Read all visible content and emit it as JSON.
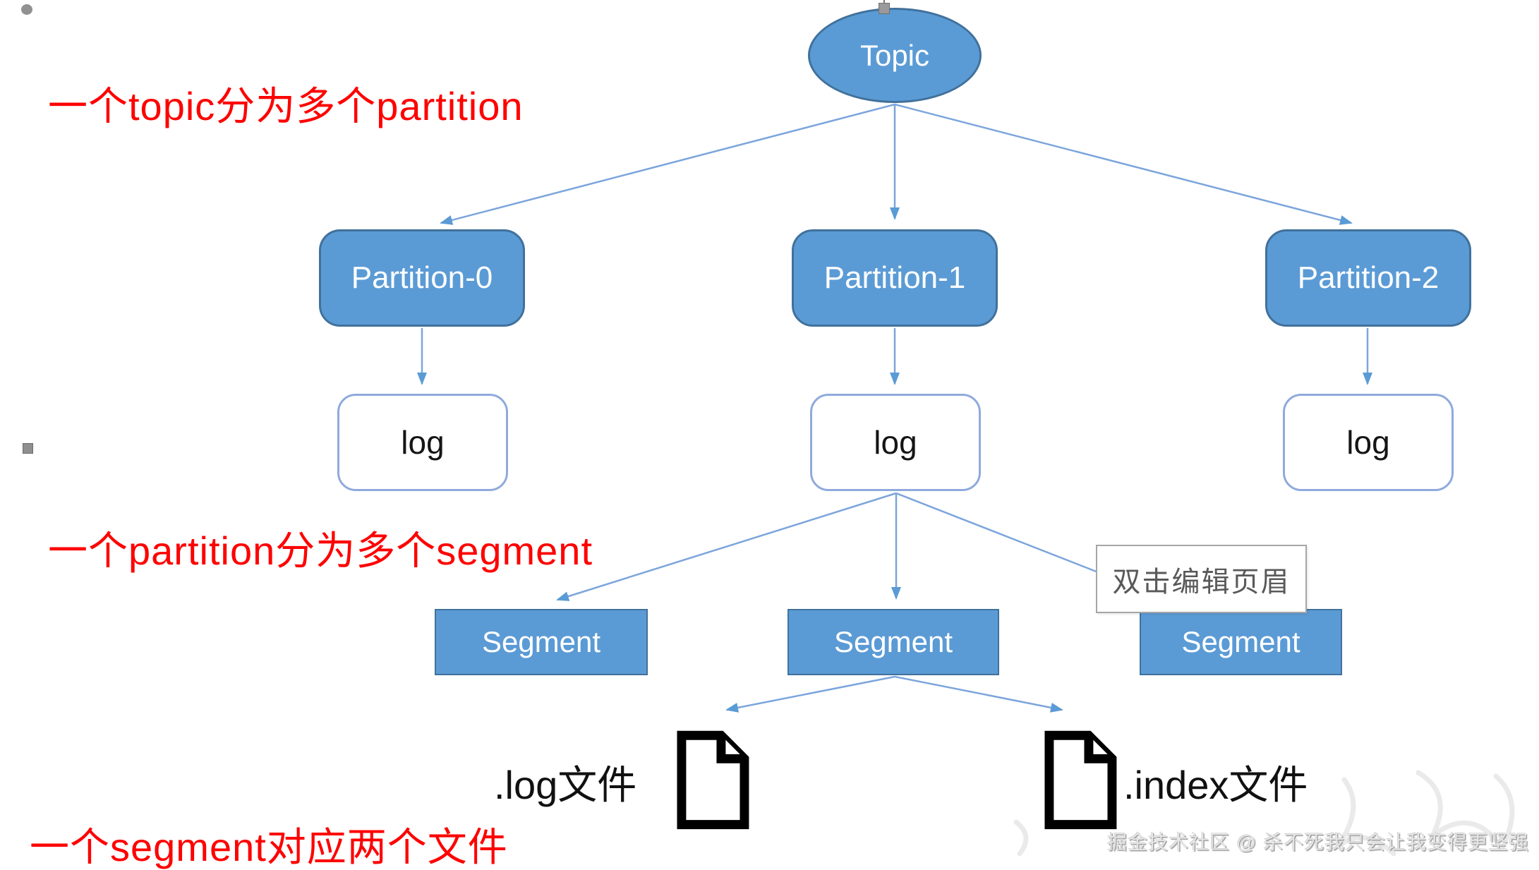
{
  "nodes": {
    "topic": {
      "label": "Topic"
    },
    "partitions": [
      {
        "label": "Partition-0"
      },
      {
        "label": "Partition-1"
      },
      {
        "label": "Partition-2"
      }
    ],
    "logs": [
      {
        "label": "log"
      },
      {
        "label": "log"
      },
      {
        "label": "log"
      }
    ],
    "segments": [
      {
        "label": "Segment"
      },
      {
        "label": "Segment"
      },
      {
        "label": "Segment"
      }
    ],
    "files": [
      {
        "label": ".log文件"
      },
      {
        "label": ".index文件"
      }
    ]
  },
  "annotations": {
    "topic_partition": "一个topic分为多个partition",
    "partition_segment": "一个partition分为多个segment",
    "segment_files": "一个segment对应两个文件"
  },
  "tooltip": {
    "text": "双击编辑页眉"
  },
  "watermark": {
    "text": "掘金技术社区 @ 杀不死我只会让我变得更坚强"
  },
  "colors": {
    "node_fill": "#5b9bd5",
    "node_border": "#41719c",
    "log_border": "#8faadc",
    "connector": "#7ca5dc",
    "annotation_red": "#fe0000",
    "tooltip_text": "#595959",
    "tooltip_border": "#a6a6a6",
    "file_icon": "#000000"
  }
}
